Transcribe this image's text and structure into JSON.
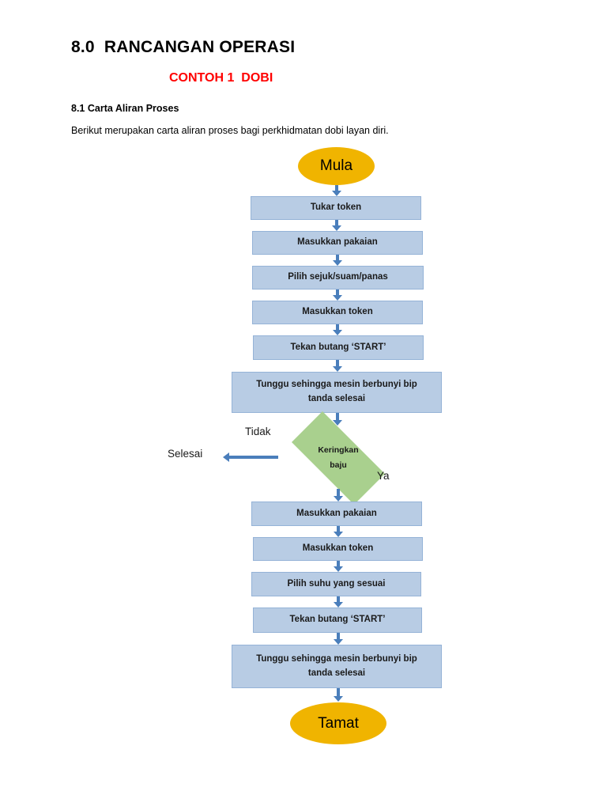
{
  "document": {
    "title_main": "8.0  RANCANGAN OPERASI",
    "title_sub": "CONTOH 1  DOBI",
    "section_heading": "8.1 Carta Aliran Proses",
    "section_text": "Berikut merupakan carta aliran proses bagi perkhidmatan dobi layan diri.",
    "accent_red": "#ff0000"
  },
  "chart_data": {
    "type": "diagram",
    "diagram_kind": "flowchart",
    "title": "Carta Aliran Proses - Dobi Layan Diri",
    "colors": {
      "terminator_fill": "#f0b400",
      "process_fill": "#b8cce4",
      "process_border": "#95b3d7",
      "decision_fill": "#a9d08e",
      "connector": "#4a7ebb"
    },
    "nodes": [
      {
        "id": "n1",
        "shape": "terminator",
        "label": "Mula"
      },
      {
        "id": "n2",
        "shape": "process",
        "label": "Tukar token"
      },
      {
        "id": "n3",
        "shape": "process",
        "label": "Masukkan pakaian"
      },
      {
        "id": "n4",
        "shape": "process",
        "label": "Pilih sejuk/suam/panas"
      },
      {
        "id": "n5",
        "shape": "process",
        "label": "Masukkan token"
      },
      {
        "id": "n6",
        "shape": "process",
        "label": "Tekan butang ‘START’"
      },
      {
        "id": "n7",
        "shape": "process",
        "label_line1": "Tunggu sehingga mesin berbunyi bip",
        "label_line2": "tanda selesai"
      },
      {
        "id": "n8",
        "shape": "decision",
        "label_line1": "Keringkan",
        "label_line2": "baju"
      },
      {
        "id": "n9",
        "shape": "process",
        "label": "Masukkan pakaian"
      },
      {
        "id": "n10",
        "shape": "process",
        "label": "Masukkan token"
      },
      {
        "id": "n11",
        "shape": "process",
        "label": "Pilih suhu yang sesuai"
      },
      {
        "id": "n12",
        "shape": "process",
        "label": "Tekan butang ‘START’"
      },
      {
        "id": "n13",
        "shape": "process",
        "label_line1": "Tunggu sehingga mesin berbunyi bip",
        "label_line2": "tanda selesai"
      },
      {
        "id": "n14",
        "shape": "terminator",
        "label": "Tamat"
      }
    ],
    "edge_labels": {
      "no_branch": "Tidak",
      "yes_branch": "Ya",
      "exit_label": "Selesai"
    },
    "edges": [
      {
        "from": "n1",
        "to": "n2",
        "label": ""
      },
      {
        "from": "n2",
        "to": "n3",
        "label": ""
      },
      {
        "from": "n3",
        "to": "n4",
        "label": ""
      },
      {
        "from": "n4",
        "to": "n5",
        "label": ""
      },
      {
        "from": "n5",
        "to": "n6",
        "label": ""
      },
      {
        "from": "n6",
        "to": "n7",
        "label": ""
      },
      {
        "from": "n7",
        "to": "n8",
        "label": ""
      },
      {
        "from": "n8",
        "to": "exit",
        "label": "Tidak"
      },
      {
        "from": "n8",
        "to": "n9",
        "label": "Ya"
      },
      {
        "from": "n9",
        "to": "n10",
        "label": ""
      },
      {
        "from": "n10",
        "to": "n11",
        "label": ""
      },
      {
        "from": "n11",
        "to": "n12",
        "label": ""
      },
      {
        "from": "n12",
        "to": "n13",
        "label": ""
      },
      {
        "from": "n13",
        "to": "n14",
        "label": ""
      }
    ]
  }
}
